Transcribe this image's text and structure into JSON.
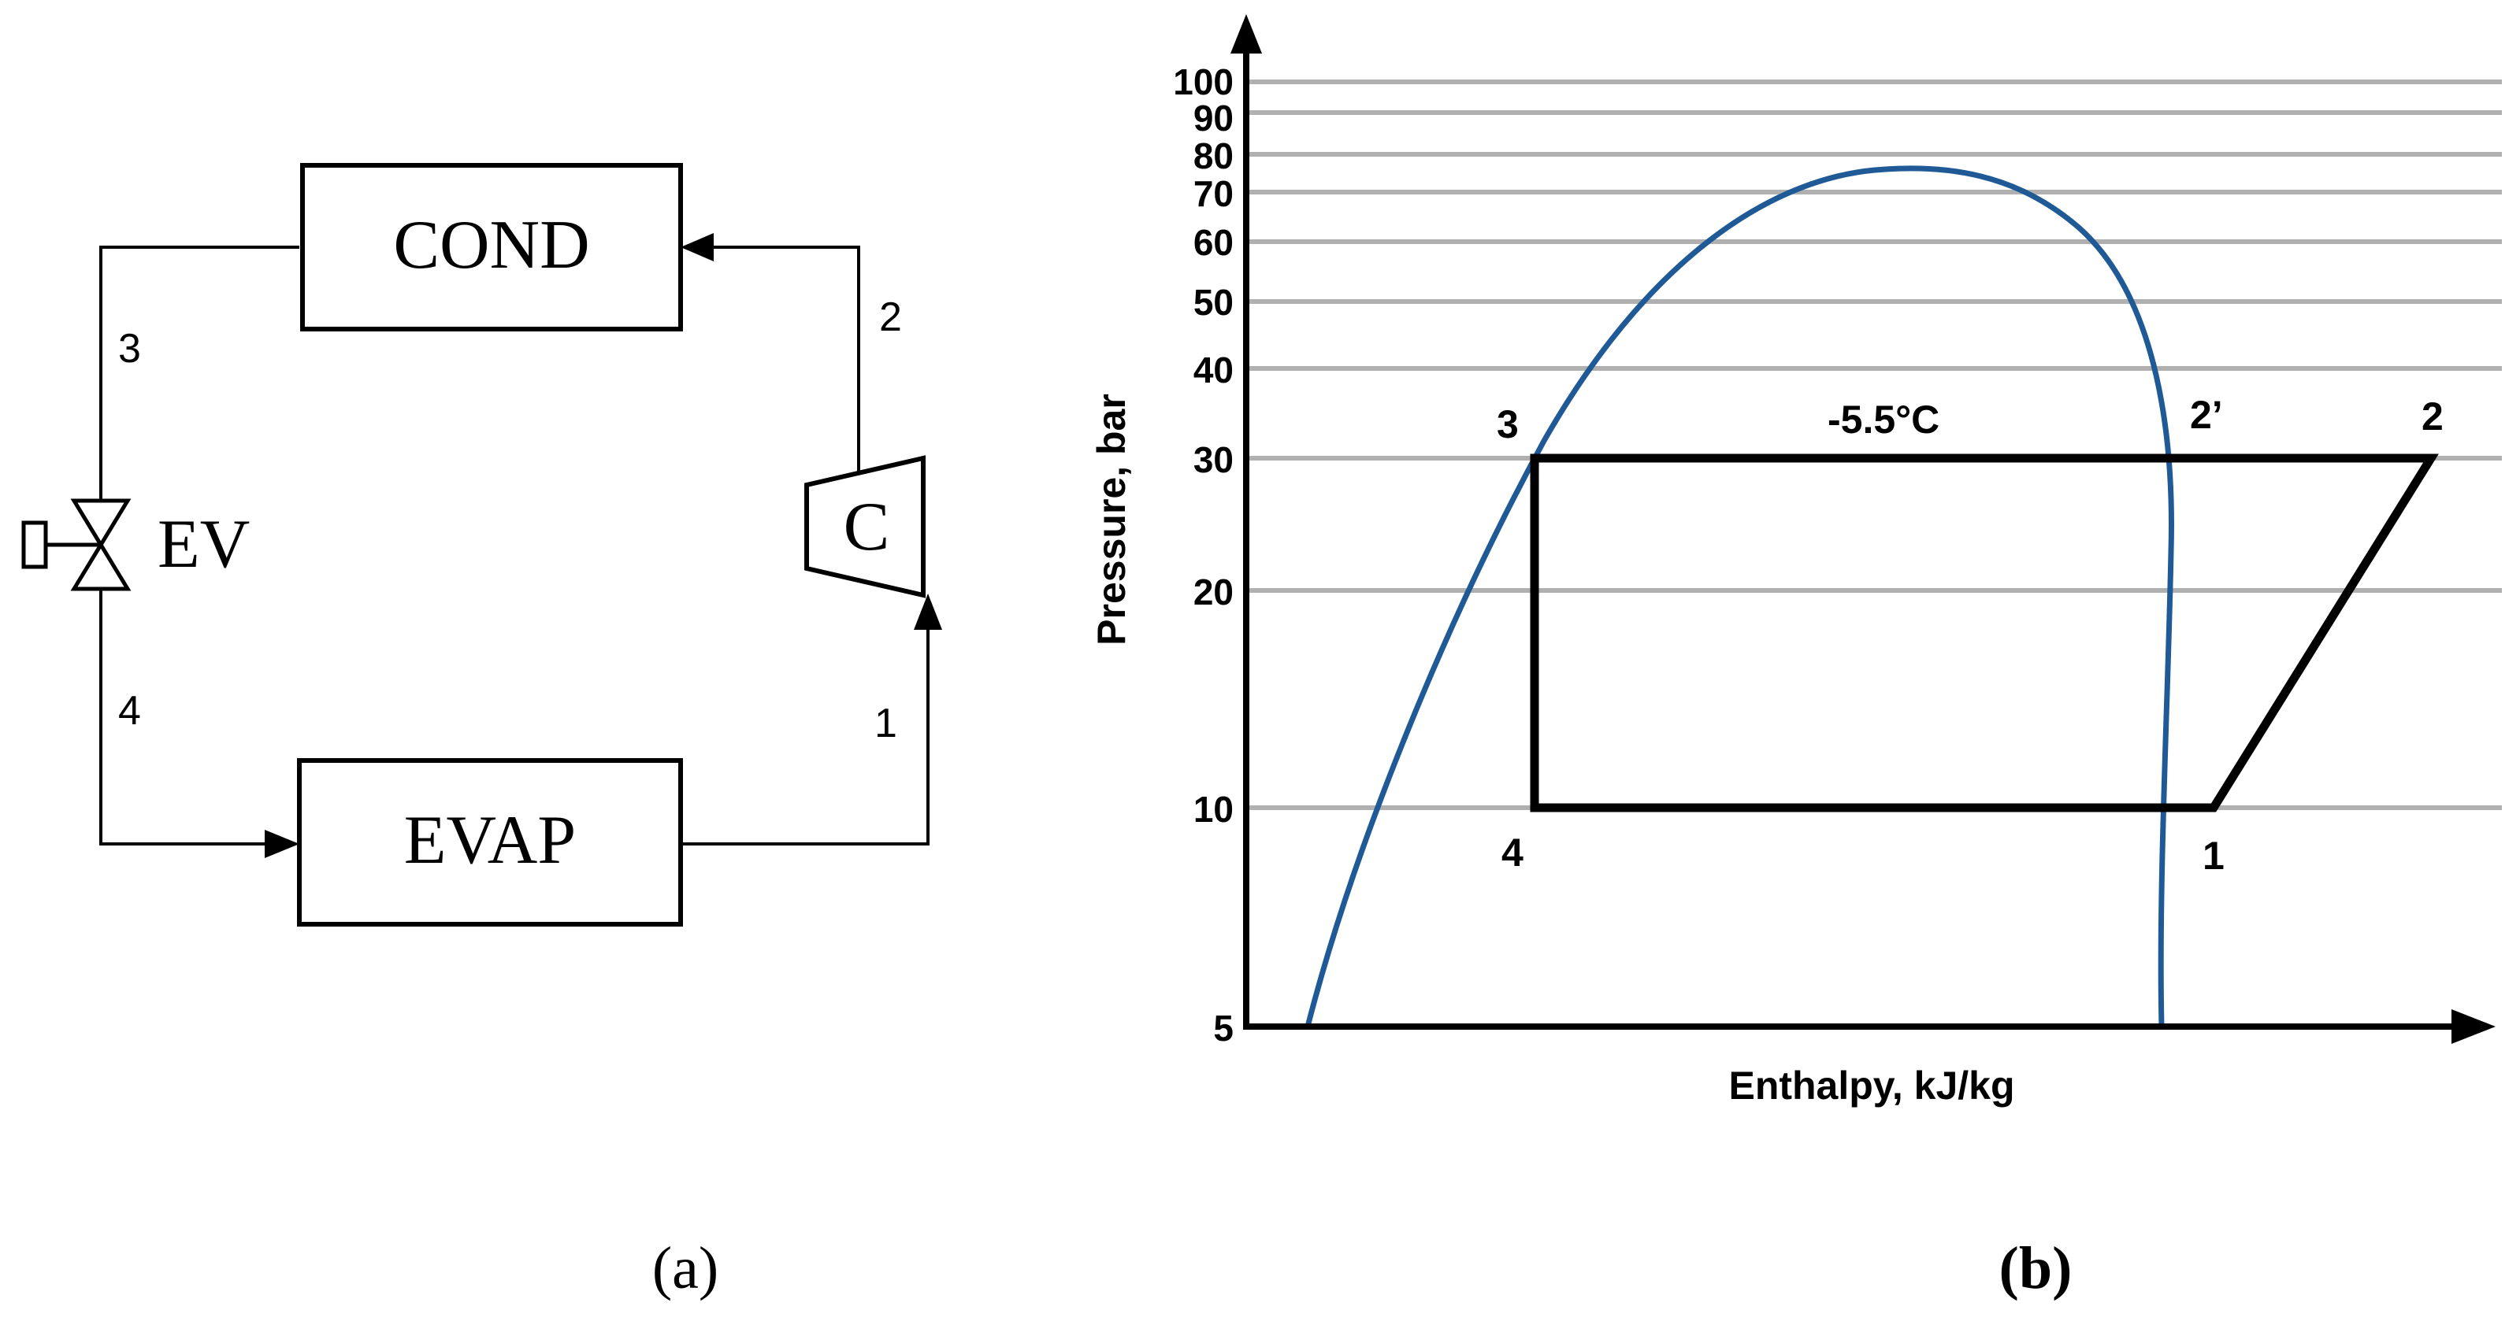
{
  "panel_a": {
    "caption": "(a)",
    "cond_label": "COND",
    "evap_label": "EVAP",
    "compressor_label": "C",
    "valve_label": "EV",
    "state_labels": {
      "s1": "1",
      "s2": "2",
      "s3": "3",
      "s4": "4"
    }
  },
  "panel_b": {
    "caption": "(b)",
    "ylabel": "Pressure, bar",
    "xlabel": "Enthalpy, kJ/kg",
    "temperature_label": "-5.5°C",
    "point_labels": {
      "p1": "1",
      "p2": "2",
      "p2p": "2’",
      "p3": "3",
      "p4": "4"
    }
  },
  "colors": {
    "saturation_dome": "#1f5a96",
    "grid": "#b0b0b0",
    "line": "#000000"
  },
  "chart_data": {
    "type": "line",
    "xlabel": "Enthalpy, kJ/kg",
    "ylabel": "Pressure, bar",
    "y_scale": "log",
    "yticks": [
      5,
      10,
      20,
      30,
      40,
      50,
      60,
      70,
      80,
      90,
      100
    ],
    "ytick_labels": [
      "5",
      "10",
      "20",
      "30",
      "40",
      "50",
      "60",
      "70",
      "80",
      "90",
      "100"
    ],
    "grid": true,
    "cycle": {
      "points": [
        {
          "label": "1",
          "pressure": 10
        },
        {
          "label": "2",
          "pressure": 30
        },
        {
          "label": "2’",
          "pressure": 30
        },
        {
          "label": "3",
          "pressure": 30
        },
        {
          "label": "4",
          "pressure": 10
        }
      ],
      "high_pressure": 30,
      "low_pressure": 10
    },
    "annotation": "-5.5°C"
  }
}
